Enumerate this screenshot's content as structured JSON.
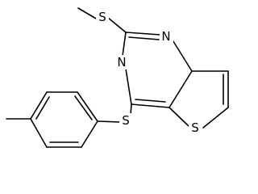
{
  "molecule": {
    "atoms": {
      "s_methylthio": "S",
      "n_top": "N",
      "n_left": "N",
      "s_thioether": "S",
      "s_thiophene": "S"
    }
  },
  "colors": {
    "background": "#ffffff",
    "bond": "#000000",
    "text": "#000000"
  }
}
